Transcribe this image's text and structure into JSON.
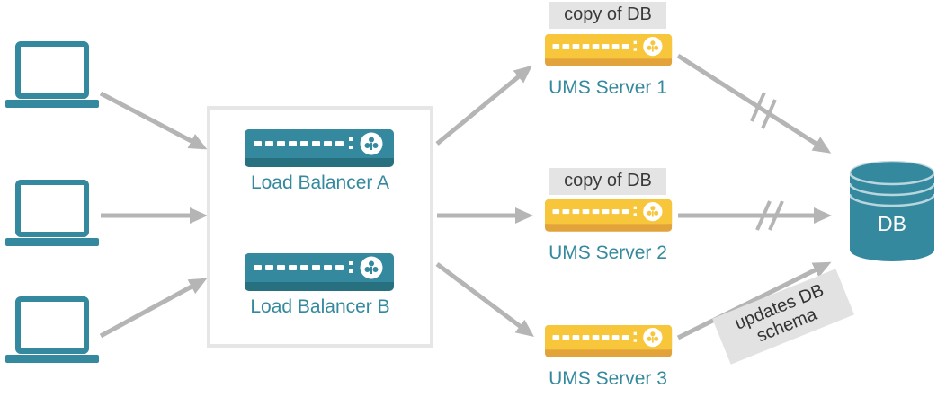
{
  "diagram": {
    "type": "architecture-diagram",
    "clients": [
      {
        "icon": "laptop-icon"
      },
      {
        "icon": "laptop-icon"
      },
      {
        "icon": "laptop-icon"
      }
    ],
    "load_balancers": {
      "a_label": "Load Balancer A",
      "b_label": "Load Balancer B"
    },
    "ums_servers": [
      {
        "label": "UMS Server 1",
        "badge": "copy of DB"
      },
      {
        "label": "UMS Server 2",
        "badge": "copy of DB"
      },
      {
        "label": "UMS Server 3",
        "badge": ""
      }
    ],
    "database": {
      "label": "DB"
    },
    "annotations": {
      "schema_note_line1": "updates DB",
      "schema_note_line2": "schema"
    },
    "colors": {
      "teal": "#35899e",
      "teal_dark": "#26707f",
      "yellow": "#f8c63b",
      "yellow_dark": "#e2a33b",
      "arrow_gray": "#b5b5b5",
      "badge_bg": "#e4e4e4",
      "badge_text": "#3a3a3a",
      "box_border": "#e6e6e6",
      "db_text": "#ffffff"
    }
  }
}
